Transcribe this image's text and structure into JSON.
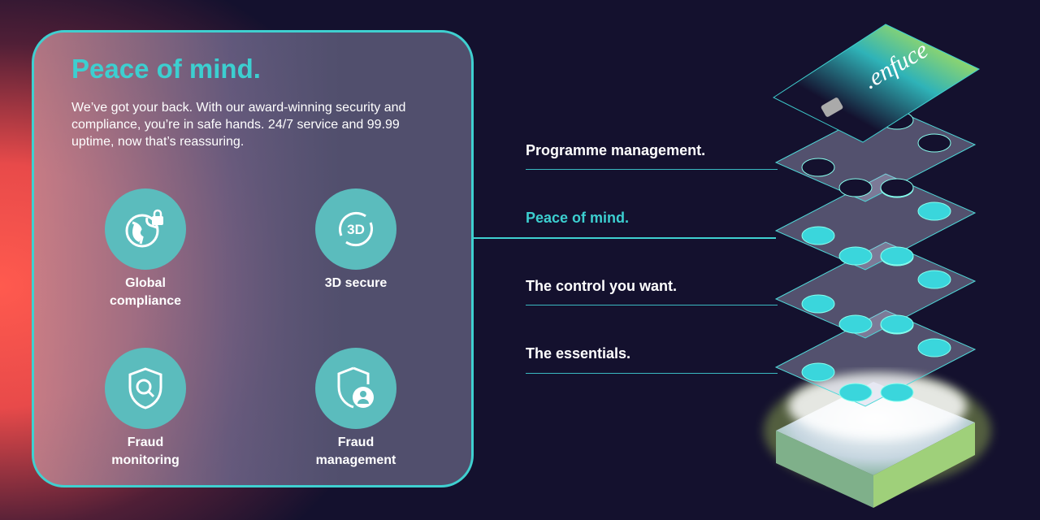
{
  "panel": {
    "title": "Peace of mind.",
    "description": "We’ve got your back. With our award-winning security and compliance, you’re in safe hands. 24/7 service and 99.99 uptime, now that’s reassuring.",
    "features": [
      {
        "label_line1": "Global",
        "label_line2": "compliance",
        "icon": "globe-lock-icon"
      },
      {
        "label_line1": "3D secure",
        "label_line2": "",
        "icon": "3d-rotate-icon"
      },
      {
        "label_line1": "Fraud",
        "label_line2": "monitoring",
        "icon": "shield-search-icon"
      },
      {
        "label_line1": "Fraud",
        "label_line2": "management",
        "icon": "shield-user-icon"
      }
    ]
  },
  "layers": [
    {
      "label": "Programme management.",
      "active": false
    },
    {
      "label": "Peace of mind.",
      "active": true
    },
    {
      "label": "The control you want.",
      "active": false
    },
    {
      "label": "The essentials.",
      "active": false
    }
  ],
  "card": {
    "brand": ".enfuce",
    "icon_3d": "3D"
  },
  "colors": {
    "accent": "#3ccfd0",
    "background": "#14112e",
    "panel": "#52506e"
  }
}
